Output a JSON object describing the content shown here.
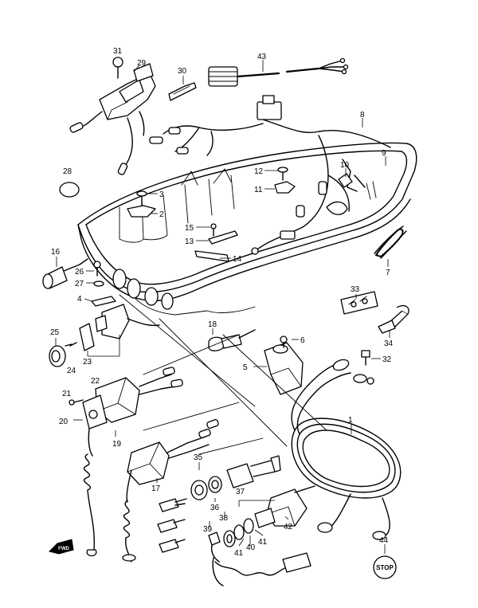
{
  "callouts": {
    "c1": "1",
    "c2": "2",
    "c3": "3",
    "c4": "4",
    "c5": "5",
    "c6": "6",
    "c7": "7",
    "c8": "8",
    "c9": "9",
    "c10": "10",
    "c11": "11",
    "c12": "12",
    "c13": "13",
    "c14": "14",
    "c15": "15",
    "c16": "16",
    "c17": "17",
    "c18": "18",
    "c19": "19",
    "c20": "20",
    "c21": "21",
    "c22": "22",
    "c23": "23",
    "c24": "24",
    "c25": "25",
    "c26": "26",
    "c27": "27",
    "c28": "28",
    "c29": "29",
    "c30": "30",
    "c31": "31",
    "c32": "32",
    "c33": "33",
    "c34": "34",
    "c35": "35",
    "c36": "36",
    "c37": "37",
    "c38": "38",
    "c39": "39",
    "c40": "40",
    "c41a": "41",
    "c41b": "41",
    "c42": "42",
    "c43": "43",
    "c44": "44"
  },
  "stop_label": "STOP",
  "fwd_label": "FWD",
  "icons": {
    "stop_button": "stop-switch-icon",
    "fwd_arrow": "forward-arrow-icon"
  }
}
